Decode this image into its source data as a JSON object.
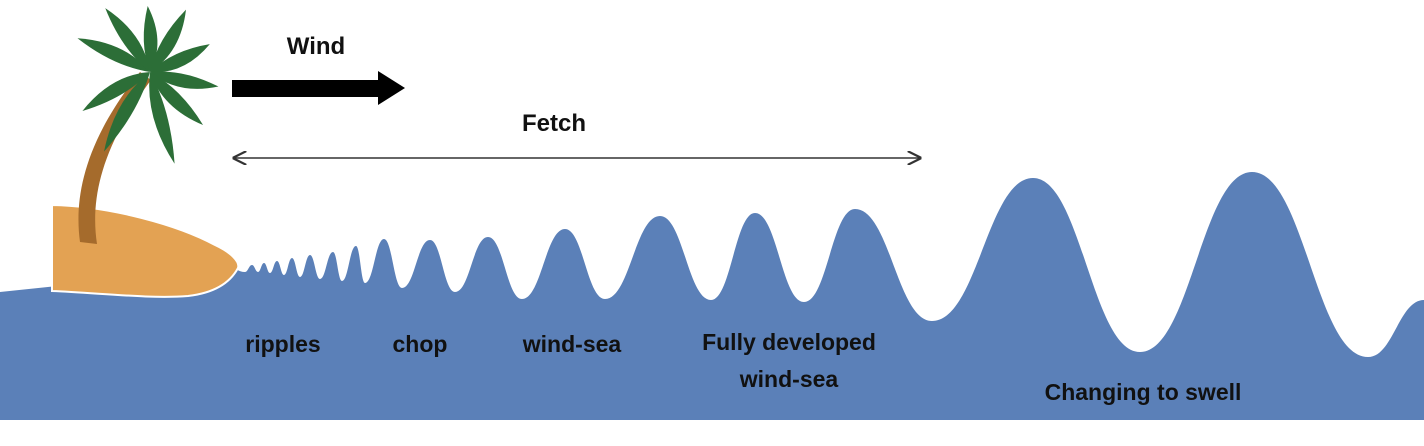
{
  "diagram": {
    "wind_label": "Wind",
    "fetch_label": "Fetch",
    "stages": [
      {
        "label": "ripples"
      },
      {
        "label": "chop"
      },
      {
        "label": "wind-sea"
      },
      {
        "label": "Fully developed",
        "label2": "wind-sea"
      },
      {
        "label": "Changing to swell"
      }
    ],
    "icons": {
      "tree": "palm-tree-icon",
      "island": "island-shape",
      "wind": "right-arrow-icon",
      "fetch": "double-headed-arrow-icon"
    },
    "colors": {
      "sea": "#5b80b8",
      "sand": "#e3a253",
      "trunk": "#a56b2c",
      "leaves": "#2c6e37",
      "arrow": "#000000",
      "text": "#111111"
    }
  }
}
